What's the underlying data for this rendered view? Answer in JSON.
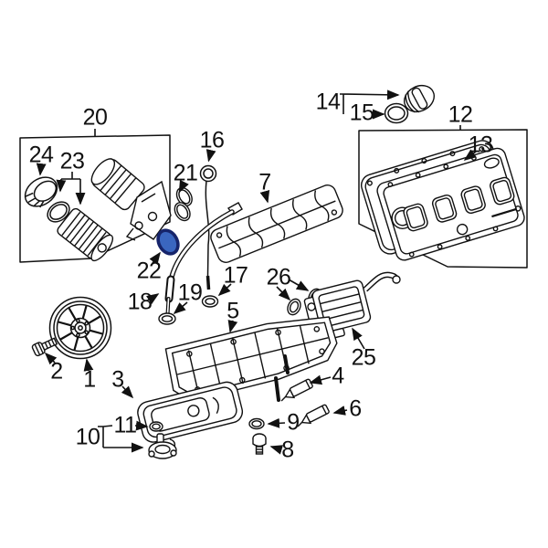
{
  "diagram": {
    "callouts": {
      "c1": "1",
      "c2": "2",
      "c3": "3",
      "c4": "4",
      "c5": "5",
      "c6": "6",
      "c7": "7",
      "c8": "8",
      "c9": "9",
      "c10": "10",
      "c11": "11",
      "c12": "12",
      "c13": "13",
      "c14": "14",
      "c15": "15",
      "c16": "16",
      "c17": "17",
      "c18": "18",
      "c19": "19",
      "c20": "20",
      "c21": "21",
      "c22": "22",
      "c23": "23",
      "c24": "24",
      "c25": "25",
      "c26": "26"
    },
    "highlight": {
      "part_number": "22",
      "fill": "#3a66c0",
      "stroke": "#16246b"
    },
    "colors": {
      "line": "#111111",
      "background": "#ffffff"
    }
  }
}
